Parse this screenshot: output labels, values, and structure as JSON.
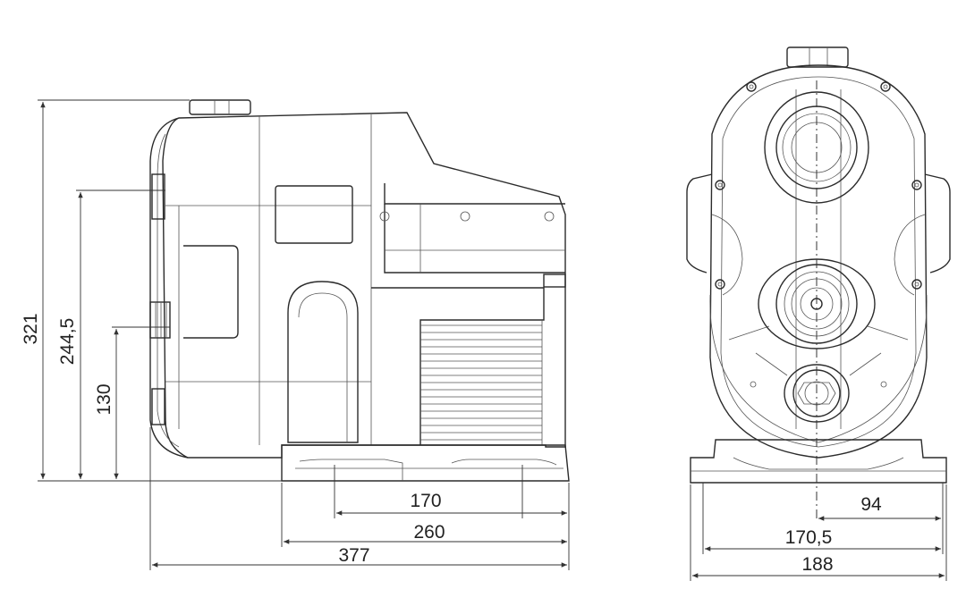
{
  "dimensions": {
    "side": {
      "height_total": "321",
      "height_outlet": "244,5",
      "height_inlet": "130",
      "foot_spacing": "170",
      "base_length": "260",
      "overall_length": "377"
    },
    "front": {
      "half_width": "94",
      "foot_spacing": "170,5",
      "overall_width": "188"
    }
  }
}
